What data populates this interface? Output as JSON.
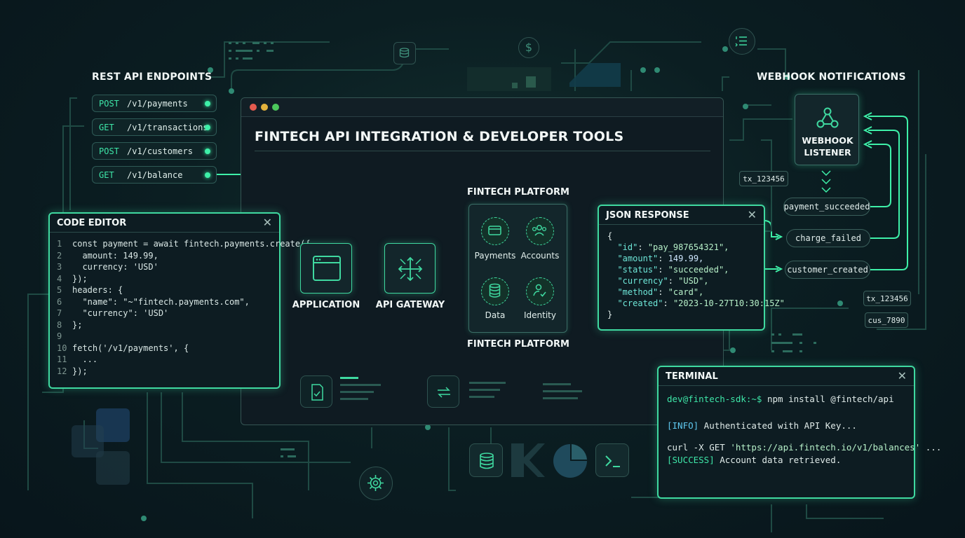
{
  "title": "FINTECH API INTEGRATION & DEVELOPER TOOLS",
  "rest_api": {
    "heading": "REST API ENDPOINTS",
    "endpoints": [
      {
        "method": "POST",
        "path": "/v1/payments"
      },
      {
        "method": "GET",
        "path": "/v1/transactions"
      },
      {
        "method": "POST",
        "path": "/v1/customers"
      },
      {
        "method": "GET",
        "path": "/v1/balance"
      }
    ]
  },
  "code_editor": {
    "title": "CODE EDITOR",
    "close": "✕",
    "lines": [
      {
        "n": "1",
        "text": "const payment = await fintech.payments.create({"
      },
      {
        "n": "2",
        "text": "  amount: 149.99,"
      },
      {
        "n": "3",
        "text": "  currency: 'USD'"
      },
      {
        "n": "4",
        "text": "});"
      },
      {
        "n": "5",
        "text": "headers: {"
      },
      {
        "n": "6",
        "text": "  \"name\": \"~\"fintech.payments.com\","
      },
      {
        "n": "7",
        "text": "  \"currency\": 'USD'"
      },
      {
        "n": "8",
        "text": "};"
      },
      {
        "n": "9",
        "text": ""
      },
      {
        "n": "10",
        "text": "fetch('/v1/payments', {"
      },
      {
        "n": "11",
        "text": "  ..."
      },
      {
        "n": "12",
        "text": "});"
      }
    ]
  },
  "flow": {
    "application": "APPLICATION",
    "api_gateway": "API GATEWAY",
    "platform_top": "FINTECH PLATFORM",
    "platform_bottom": "FINTECH PLATFORM",
    "services": [
      "Payments",
      "Accounts",
      "Data",
      "Identity"
    ]
  },
  "json_response": {
    "title": "JSON RESPONSE",
    "close": "✕",
    "open": "{",
    "close_brace": "}",
    "fields": [
      {
        "key": "\"id\"",
        "value": "\"pay_987654321\","
      },
      {
        "key": "\"amount\"",
        "value": "149.99,"
      },
      {
        "key": "\"status\"",
        "value": "\"succeeded\","
      },
      {
        "key": "\"currency\"",
        "value": "\"USD\","
      },
      {
        "key": "\"method\"",
        "value": "\"card\","
      },
      {
        "key": "\"created\"",
        "value": "\"2023-10-27T10:30:15Z\""
      }
    ]
  },
  "webhooks": {
    "heading": "WEBHOOK NOTIFICATIONS",
    "listener_line1": "WEBHOOK",
    "listener_line2": "LISTENER",
    "events": [
      "payment_succeeded",
      "charge_failed",
      "customer_created"
    ],
    "tags": [
      "tx_123456",
      "tx_123456",
      "cus_7890"
    ]
  },
  "terminal": {
    "title": "TERMINAL",
    "close": "✕",
    "prompt": "dev@fintech-sdk:~$",
    "command": " npm install @fintech/api",
    "info_tag": "[INFO]",
    "info_text": " Authenticated with API Key...",
    "curl_cmd": "curl -X GET ",
    "curl_url": "'https://api.fintech.io/v1/balances'",
    "curl_rest": " ...",
    "success_tag": "[SUCCESS]",
    "success_text": " Account data retrieved."
  },
  "colors": {
    "accent": "#3fd9a0",
    "background": "#0b1e22",
    "panel": "#0d1c22"
  },
  "icons": [
    "document-check-icon",
    "refresh-icon",
    "database-icon",
    "terminal-icon",
    "gear-icon",
    "dollar-icon",
    "list-icon"
  ]
}
